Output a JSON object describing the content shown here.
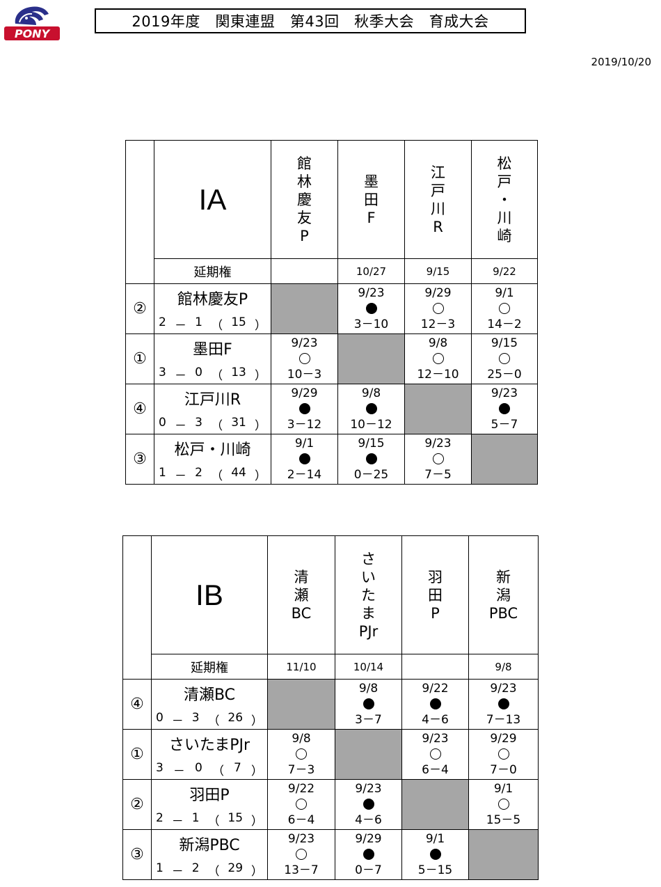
{
  "header": {
    "title": "2019年度　関東連盟　第43回　秋季大会　育成大会",
    "date": "2019/10/20"
  },
  "labels": {
    "postpone": "延期権"
  },
  "groups": [
    {
      "name": "IA",
      "columns": [
        {
          "chars": [
            "館",
            "林",
            "慶",
            "友",
            "P"
          ],
          "postpone": ""
        },
        {
          "chars": [
            "墨",
            "田",
            "F"
          ],
          "postpone": "10/27"
        },
        {
          "chars": [
            "江",
            "戸",
            "川",
            "R"
          ],
          "postpone": "9/15"
        },
        {
          "chars": [
            "松",
            "戸",
            "・",
            "川",
            "崎"
          ],
          "postpone": "9/22"
        }
      ],
      "rows": [
        {
          "rank": "②",
          "team": "館林慶友P",
          "record": {
            "w": "2",
            "l": "1",
            "pts": "15"
          },
          "cells": [
            null,
            {
              "date": "9/23",
              "result": "loss",
              "score": "3－10"
            },
            {
              "date": "9/29",
              "result": "win",
              "score": "12－3"
            },
            {
              "date": "9/1",
              "result": "win",
              "score": "14－2"
            }
          ]
        },
        {
          "rank": "①",
          "team": "墨田F",
          "record": {
            "w": "3",
            "l": "0",
            "pts": "13"
          },
          "cells": [
            {
              "date": "9/23",
              "result": "win",
              "score": "10－3"
            },
            null,
            {
              "date": "9/8",
              "result": "win",
              "score": "12－10"
            },
            {
              "date": "9/15",
              "result": "win",
              "score": "25－0"
            }
          ]
        },
        {
          "rank": "④",
          "team": "江戸川R",
          "record": {
            "w": "0",
            "l": "3",
            "pts": "31"
          },
          "cells": [
            {
              "date": "9/29",
              "result": "loss",
              "score": "3－12"
            },
            {
              "date": "9/8",
              "result": "loss",
              "score": "10－12"
            },
            null,
            {
              "date": "9/23",
              "result": "loss",
              "score": "5－7"
            }
          ]
        },
        {
          "rank": "③",
          "team": "松戸・川崎",
          "record": {
            "w": "1",
            "l": "2",
            "pts": "44"
          },
          "cells": [
            {
              "date": "9/1",
              "result": "loss",
              "score": "2－14"
            },
            {
              "date": "9/15",
              "result": "loss",
              "score": "0－25"
            },
            {
              "date": "9/23",
              "result": "win",
              "score": "7－5"
            },
            null
          ]
        }
      ]
    },
    {
      "name": "IB",
      "columns": [
        {
          "chars": [
            "清",
            "瀬",
            "BC"
          ],
          "postpone": "11/10"
        },
        {
          "chars": [
            "さ",
            "い",
            "た",
            "ま",
            "PJr"
          ],
          "postpone": "10/14"
        },
        {
          "chars": [
            "羽",
            "田",
            "P"
          ],
          "postpone": ""
        },
        {
          "chars": [
            "新",
            "潟",
            "PBC"
          ],
          "postpone": "9/8"
        }
      ],
      "rows": [
        {
          "rank": "④",
          "team": "清瀬BC",
          "record": {
            "w": "0",
            "l": "3",
            "pts": "26"
          },
          "cells": [
            null,
            {
              "date": "9/8",
              "result": "loss",
              "score": "3－7"
            },
            {
              "date": "9/22",
              "result": "loss",
              "score": "4－6"
            },
            {
              "date": "9/23",
              "result": "loss",
              "score": "7－13"
            }
          ]
        },
        {
          "rank": "①",
          "team": "さいたまPJr",
          "record": {
            "w": "3",
            "l": "0",
            "pts": "7"
          },
          "cells": [
            {
              "date": "9/8",
              "result": "win",
              "score": "7－3"
            },
            null,
            {
              "date": "9/23",
              "result": "win",
              "score": "6－4"
            },
            {
              "date": "9/29",
              "result": "win",
              "score": "7－0"
            }
          ]
        },
        {
          "rank": "②",
          "team": "羽田P",
          "record": {
            "w": "2",
            "l": "1",
            "pts": "15"
          },
          "cells": [
            {
              "date": "9/22",
              "result": "win",
              "score": "6－4"
            },
            {
              "date": "9/23",
              "result": "loss",
              "score": "4－6"
            },
            null,
            {
              "date": "9/1",
              "result": "win",
              "score": "15－5"
            }
          ]
        },
        {
          "rank": "③",
          "team": "新潟PBC",
          "record": {
            "w": "1",
            "l": "2",
            "pts": "29"
          },
          "cells": [
            {
              "date": "9/23",
              "result": "win",
              "score": "13－7"
            },
            {
              "date": "9/29",
              "result": "loss",
              "score": "0－7"
            },
            {
              "date": "9/1",
              "result": "loss",
              "score": "5－15"
            },
            null
          ]
        }
      ]
    }
  ]
}
